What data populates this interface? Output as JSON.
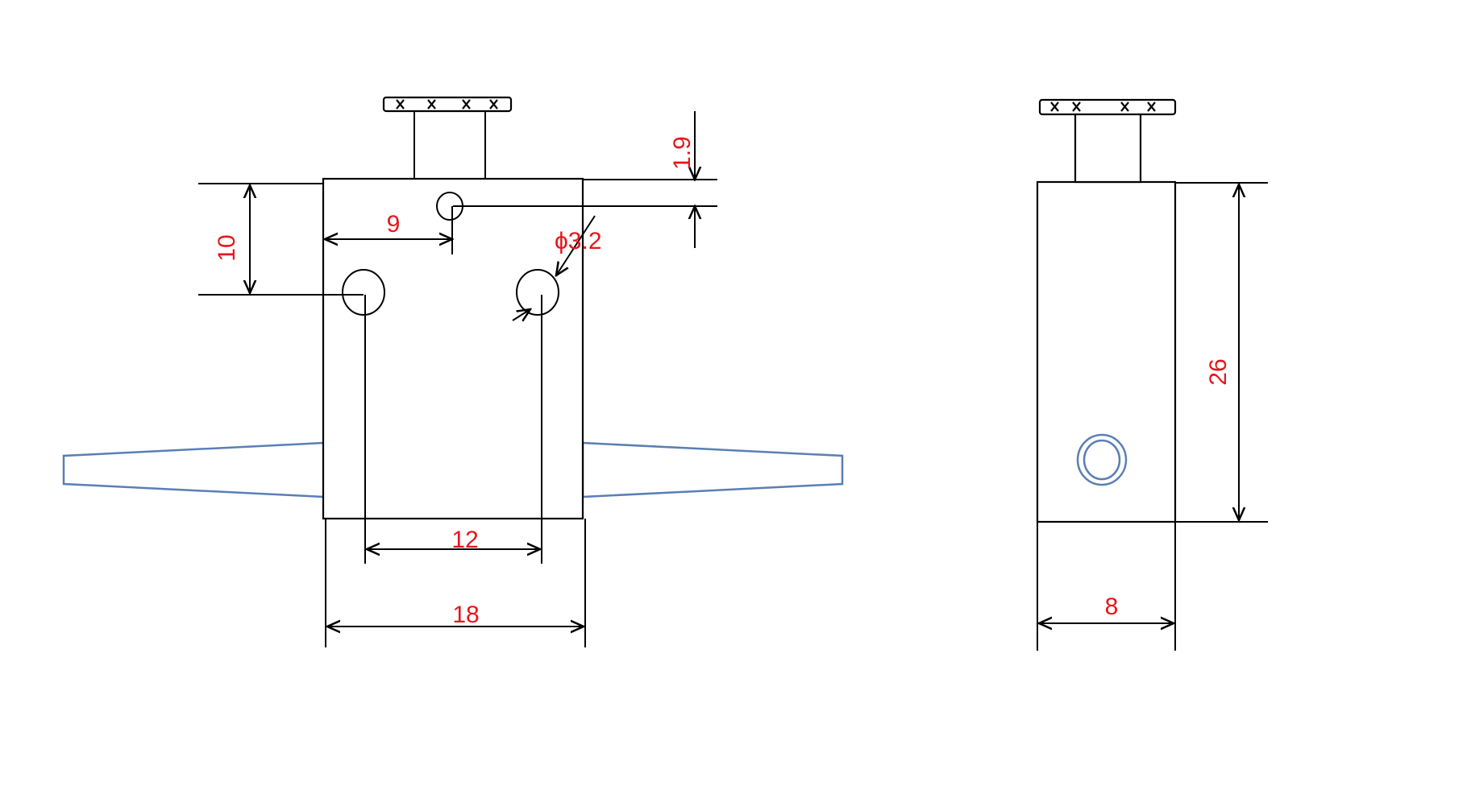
{
  "front_view": {
    "dimensions": {
      "top_offset": "1.9",
      "hole_center_x": "9",
      "hole_center_y": "10",
      "hole_diameter": "ϕ3.2",
      "hole_spacing": "12",
      "width": "18"
    }
  },
  "side_view": {
    "dimensions": {
      "height": "26",
      "width": "8"
    }
  },
  "colors": {
    "outline": "#000000",
    "dimension_text": "#e8151b",
    "fiber": "#5a7fb5"
  }
}
